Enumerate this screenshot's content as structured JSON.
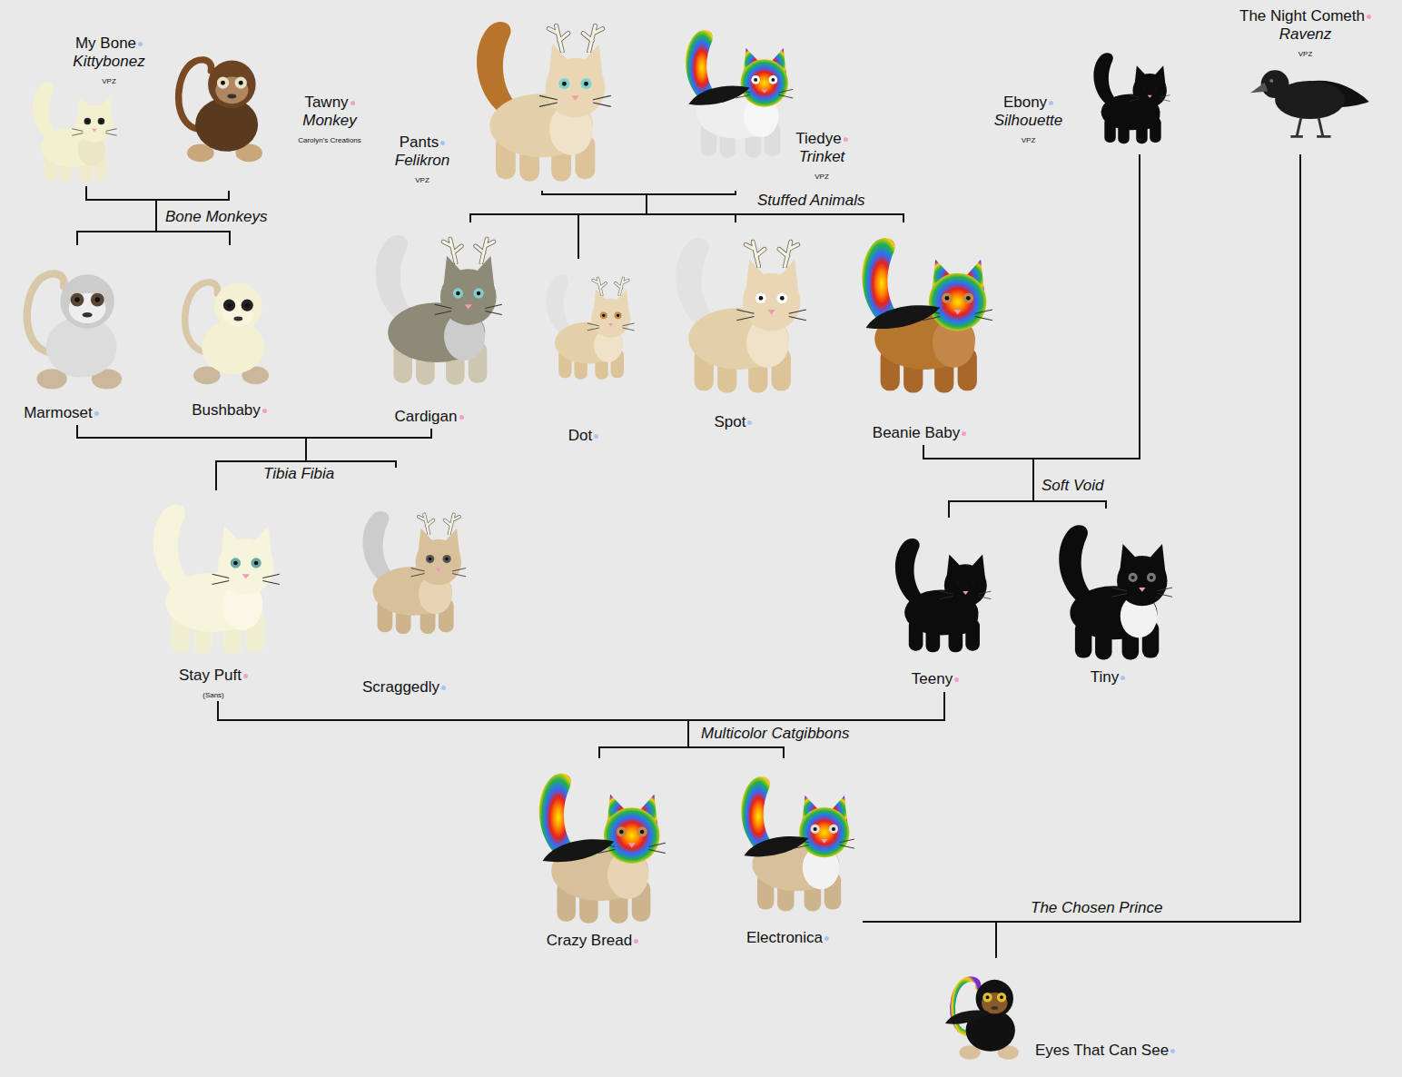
{
  "diagram": {
    "nodes": [
      {
        "text": [
          "My Bone",
          "Kittybonez",
          "VPZ"
        ]
      },
      {
        "text": [
          "Tawny",
          "Monkey",
          "Carolyn's Creations"
        ]
      },
      {
        "text": [
          "Pants",
          "Felikron",
          "VPZ"
        ]
      },
      {
        "text": [
          "Tiedye",
          "Trinket",
          "VPZ"
        ]
      },
      {
        "text": [
          "Ebony",
          "Silhouette",
          "VPZ"
        ]
      },
      {
        "text": [
          "The Night Cometh",
          "Ravenz",
          "VPZ"
        ]
      },
      {
        "text": [
          "Marmoset"
        ]
      },
      {
        "text": [
          "Bushbaby"
        ]
      },
      {
        "text": [
          "Cardigan"
        ]
      },
      {
        "text": [
          "Dot"
        ]
      },
      {
        "text": [
          "Spot"
        ]
      },
      {
        "text": [
          "Beanie Baby"
        ]
      },
      {
        "text": [
          "Stay Puft",
          "(Sans)"
        ]
      },
      {
        "text": [
          "Scraggedly"
        ]
      },
      {
        "text": [
          "Teeny"
        ]
      },
      {
        "text": [
          "Tiny"
        ]
      },
      {
        "text": [
          "Crazy Bread"
        ]
      },
      {
        "text": [
          "Electronica"
        ]
      },
      {
        "text": [
          "Eyes That Can See"
        ]
      }
    ],
    "edges": [
      {
        "from": 0,
        "to": 6,
        "arrow": "none"
      },
      {
        "from": 0,
        "to": 7,
        "arrow": "none"
      },
      {
        "from": 1,
        "to": 6,
        "arrow": "none"
      },
      {
        "from": 1,
        "to": 7,
        "arrow": "none"
      },
      {
        "from": 2,
        "to": 8,
        "arrow": "none"
      },
      {
        "from": 2,
        "to": 9,
        "arrow": "none"
      },
      {
        "from": 2,
        "to": 10,
        "arrow": "none"
      },
      {
        "from": 2,
        "to": 11,
        "arrow": "none"
      },
      {
        "from": 3,
        "to": 8,
        "arrow": "none"
      },
      {
        "from": 3,
        "to": 9,
        "arrow": "none"
      },
      {
        "from": 3,
        "to": 10,
        "arrow": "none"
      },
      {
        "from": 3,
        "to": 11,
        "arrow": "none"
      },
      {
        "from": 6,
        "to": 12,
        "arrow": "none"
      },
      {
        "from": 6,
        "to": 13,
        "arrow": "none"
      },
      {
        "from": 8,
        "to": 12,
        "arrow": "none"
      },
      {
        "from": 8,
        "to": 13,
        "arrow": "none"
      },
      {
        "from": 11,
        "to": 14,
        "arrow": "none"
      },
      {
        "from": 11,
        "to": 15,
        "arrow": "none"
      },
      {
        "from": 4,
        "to": 14,
        "arrow": "none"
      },
      {
        "from": 4,
        "to": 15,
        "arrow": "none"
      },
      {
        "from": 12,
        "to": 16,
        "arrow": "none"
      },
      {
        "from": 12,
        "to": 17,
        "arrow": "none"
      },
      {
        "from": 14,
        "to": 16,
        "arrow": "none"
      },
      {
        "from": 14,
        "to": 17,
        "arrow": "none"
      },
      {
        "from": 17,
        "to": 18,
        "arrow": "none"
      },
      {
        "from": 5,
        "to": 18,
        "arrow": "none"
      }
    ],
    "labels": [
      "Bone Monkeys",
      "Stuffed Animals",
      "Tibia Fibia",
      "Soft Void",
      "Multicolor Catgibbons",
      "The Chosen Prince"
    ]
  }
}
